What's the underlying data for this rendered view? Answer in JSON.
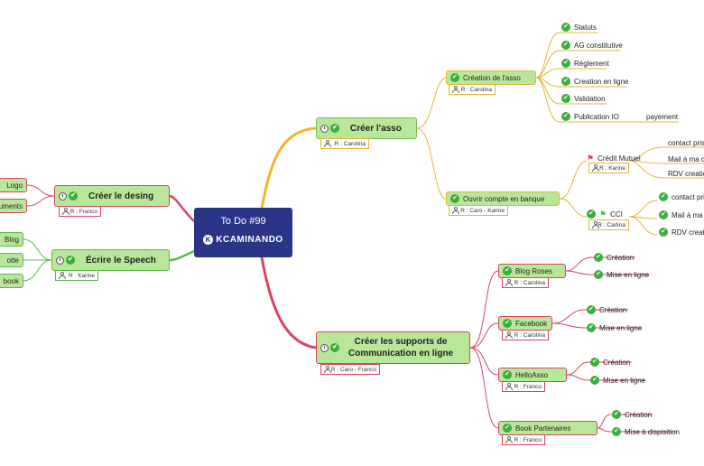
{
  "root": {
    "title": "To Do #99",
    "brand": "KCAMINANDO"
  },
  "colors": {
    "root": "#2b3588",
    "node_fill": "#b8e79a",
    "branch_creer_asso": "#f2b629",
    "branch_red": "#d9455f",
    "branch_green": "#5cb84c"
  },
  "nodes": {
    "creer_asso": {
      "label": "Créer l'asso",
      "resp": "R : Carolina"
    },
    "creation_asso": {
      "label": "Création de l'asso",
      "resp": "R : Carolina"
    },
    "statuts": "Statuts",
    "ag": "AG constitutive",
    "reglement": "Règlement",
    "creation_en_ligne": "Creation en ligne",
    "validation": "Validation",
    "publication": "Publication IO",
    "paiement": "payement",
    "ouvrir_compte": {
      "label": "Ouvrir compte en banque",
      "resp": "R : Caro - Karine"
    },
    "credit_mutuel": {
      "label": "Crédit Mutuel",
      "resp": "R : Karine"
    },
    "cm_contact": "contact pris",
    "cm_mail": "Mail à ma co",
    "cm_rdv": "RDV creation",
    "cci": {
      "label": "CCI",
      "resp": "R : Carlina"
    },
    "cci_contact": "contact pris",
    "cci_mail": "Mail à ma c",
    "cci_rdv": "RDV creati",
    "creer_design": {
      "label": "Créer le desing",
      "resp": "R : Franco"
    },
    "logo": "Logo",
    "documents": "uments",
    "ecrire_speech": {
      "label": "Écrire le Speech",
      "resp": "R : Karine"
    },
    "blog": "Blog",
    "cagnotte": "otte",
    "facebook_left": "book",
    "supports": {
      "label_line1": "Créer les supports de",
      "label_line2": "Communication en ligne",
      "resp": "R : Caro - Franco"
    },
    "blog_roses": {
      "label": "Blog Roses",
      "resp": "R : Carolina"
    },
    "facebook": {
      "label": "Facebook",
      "resp": "R : Carolina"
    },
    "helloasso": {
      "label": "HelloAsso",
      "resp": "R : Franco"
    },
    "book_partenaires": {
      "label": "Book Partenaires",
      "resp": "R : Franco"
    },
    "creation": "Création",
    "mise_en_ligne": "Mise en ligne",
    "mise_a_disposition": "Mise à dispisition"
  }
}
